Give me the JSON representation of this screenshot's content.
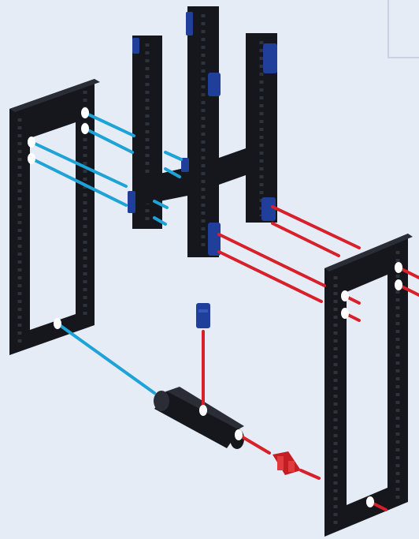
{
  "diagram": {
    "background_color": "#e6ecf5",
    "colors": {
      "beam": "#15171c",
      "beam_hole": "#2e323b",
      "pin_blue": "#1f3f9a",
      "pin_red": "#c41e24",
      "guide_blue": "#1ea3d8",
      "guide_red": "#d8202a",
      "panel_border": "#c9d3e3"
    },
    "parts": [
      {
        "name": "left-frame",
        "kind": "rectangular frame of black beams"
      },
      {
        "name": "center-h-assembly",
        "kind": "H-shaped beam assembly with blue pins"
      },
      {
        "name": "right-frame",
        "kind": "rectangular frame of black beams"
      },
      {
        "name": "axle-connector",
        "kind": "black axle connector"
      },
      {
        "name": "blue-pin",
        "kind": "blue connector pin"
      },
      {
        "name": "red-pin",
        "kind": "red connector pin"
      }
    ],
    "guide_lines": [
      {
        "name": "left-frame-to-center",
        "color": "blue",
        "count": 4
      },
      {
        "name": "center-to-right-frame",
        "color": "red",
        "count": 4
      },
      {
        "name": "right-frame-edge",
        "color": "red",
        "count": 2
      },
      {
        "name": "left-frame-to-axle",
        "color": "blue",
        "count": 1
      },
      {
        "name": "pin-to-axle",
        "color": "red",
        "count": 1
      },
      {
        "name": "axle-to-red-pin",
        "color": "red",
        "count": 2
      }
    ]
  }
}
